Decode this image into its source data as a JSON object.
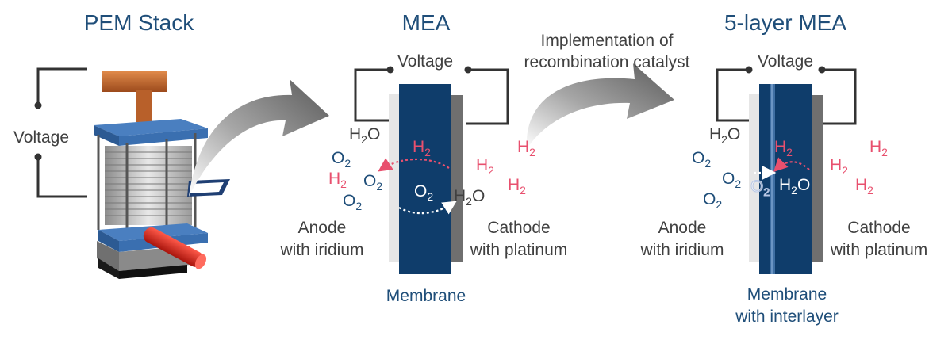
{
  "sections": {
    "stack_title": "PEM Stack",
    "mea_title": "MEA",
    "mea5_title": "5-layer MEA"
  },
  "stack": {
    "voltage": "Voltage"
  },
  "mea": {
    "voltage": "Voltage",
    "anode": [
      "Anode",
      "with iridium"
    ],
    "cathode": [
      "Cathode",
      "with platinum"
    ],
    "membrane": "Membrane"
  },
  "mea5": {
    "voltage": "Voltage",
    "anode": [
      "Anode",
      "with iridium"
    ],
    "cathode": [
      "Cathode",
      "with platinum"
    ],
    "membrane": [
      "Membrane",
      "with interlayer"
    ]
  },
  "arrow_label": [
    "Implementation of",
    "recombination catalyst"
  ],
  "species": {
    "h2": "H",
    "o2": "O",
    "h2o_main": "H",
    "h2o_tail": "O",
    "sub2": "2"
  },
  "colors": {
    "title": "#1f4e79",
    "membrane": "#0f3d6b",
    "hydrogen": "#e8506e",
    "oxygen": "#1f4e79",
    "plate_blue": "#3a6fb0",
    "copper": "#c8682e",
    "red_rod": "#d9261c"
  }
}
